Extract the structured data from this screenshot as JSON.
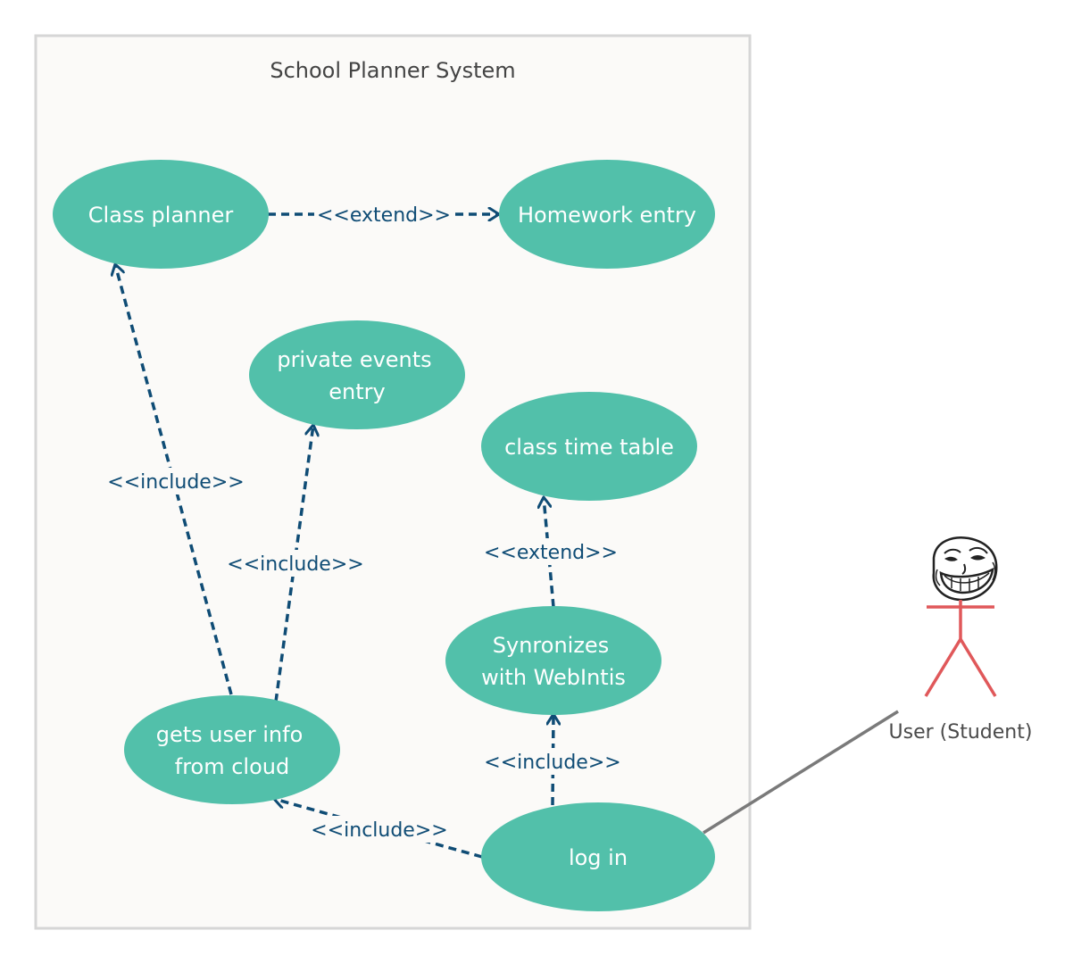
{
  "system": {
    "title": "School Planner System"
  },
  "use_cases": {
    "class_planner": "Class planner",
    "homework_entry": "Homework entry",
    "private_events_line1": "private events",
    "private_events_line2": "entry",
    "class_time_table": "class time table",
    "synronizes_line1": "Synronizes",
    "synronizes_line2": "with WebIntis",
    "gets_user_info_line1": "gets user info",
    "gets_user_info_line2": "from cloud",
    "log_in": "log in"
  },
  "relationships": {
    "extend_class_planner_homework": "<<extend>>",
    "include_gets_user_info_class_planner": "<<include>>",
    "include_gets_user_info_private_events": "<<include>>",
    "extend_synronizes_class_time_table": "<<extend>>",
    "include_log_in_synronizes": "<<include>>",
    "include_log_in_gets_user_info": "<<include>>"
  },
  "actor": {
    "label": "User (Student)",
    "face": "troll-face-icon"
  },
  "colors": {
    "use_case_fill": "#52c0aa",
    "relation_line": "#0f4c75",
    "system_border": "#d6d6d6",
    "system_fill": "#fbfaf8",
    "actor_stroke": "#e0585a",
    "association_line": "#7a7a7a"
  }
}
